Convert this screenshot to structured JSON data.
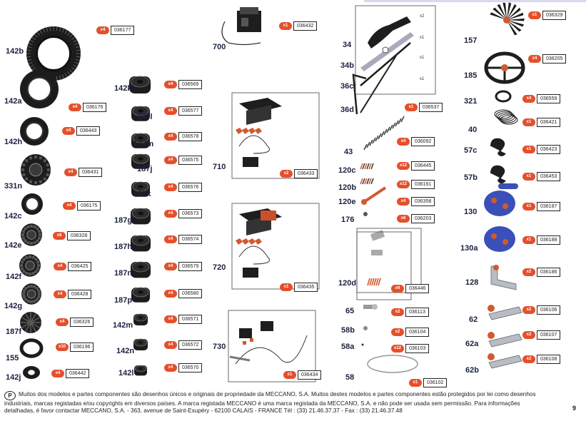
{
  "parts": [
    {
      "key": "p142b",
      "number": "142b",
      "quantity": "x4",
      "ref": "036177",
      "shape": "large-tyre-icon"
    },
    {
      "key": "p142a",
      "number": "142a",
      "quantity": "x4",
      "ref": "036176",
      "shape": "tyre-icon"
    },
    {
      "key": "p142h",
      "number": "142h",
      "quantity": "x4",
      "ref": "036443",
      "shape": "tyre-icon"
    },
    {
      "key": "p331n",
      "number": "331n",
      "quantity": "x4",
      "ref": "036431",
      "shape": "knobbly-tyre-icon"
    },
    {
      "key": "p142c",
      "number": "142c",
      "quantity": "x4",
      "ref": "036175",
      "shape": "tyre-icon"
    },
    {
      "key": "p142e",
      "number": "142e",
      "quantity": "x8",
      "ref": "036328",
      "shape": "knobbly-tyre-icon"
    },
    {
      "key": "p142f",
      "number": "142f",
      "quantity": "x4",
      "ref": "036425",
      "shape": "knobbly-tyre-icon"
    },
    {
      "key": "p142g",
      "number": "142g",
      "quantity": "x4",
      "ref": "036428",
      "shape": "knobbly-tyre-icon"
    },
    {
      "key": "p187f",
      "number": "187f",
      "quantity": "x4",
      "ref": "036326",
      "shape": "gear-wheel-icon"
    },
    {
      "key": "p155",
      "number": "155",
      "quantity": "x10",
      "ref": "036196",
      "shape": "ring-icon"
    },
    {
      "key": "p142j",
      "number": "142j",
      "quantity": "x4",
      "ref": "036442",
      "shape": "small-tyre-icon"
    },
    {
      "key": "p142k",
      "number": "142k",
      "quantity": "x4",
      "ref": "036569",
      "shape": "wide-tyre-icon"
    },
    {
      "key": "p187l",
      "number": "187l",
      "quantity": "x4",
      "ref": "036577",
      "shape": "wide-tyre-icon"
    },
    {
      "key": "p187m",
      "number": "187m",
      "quantity": "x4",
      "ref": "036578",
      "shape": "wide-tyre-icon"
    },
    {
      "key": "p187j",
      "number": "187j",
      "quantity": "x4",
      "ref": "036575",
      "shape": "wide-tyre-icon"
    },
    {
      "key": "p187k",
      "number": "187k",
      "quantity": "x4",
      "ref": "036576",
      "shape": "wide-tyre-icon"
    },
    {
      "key": "p187g",
      "number": "187g",
      "quantity": "x4",
      "ref": "036573",
      "shape": "wide-tyre-icon"
    },
    {
      "key": "p187h",
      "number": "187h",
      "quantity": "x4",
      "ref": "036574",
      "shape": "wide-tyre-icon"
    },
    {
      "key": "p187n",
      "number": "187n",
      "quantity": "x4",
      "ref": "036579",
      "shape": "wide-tyre-icon"
    },
    {
      "key": "p187p",
      "number": "187p",
      "quantity": "x4",
      "ref": "036580",
      "shape": "wide-tyre-icon"
    },
    {
      "key": "p142m",
      "number": "142m",
      "quantity": "x4",
      "ref": "036571",
      "shape": "small-wide-tyre-icon"
    },
    {
      "key": "p142n",
      "number": "142n",
      "quantity": "x4",
      "ref": "036572",
      "shape": "small-wide-tyre-icon"
    },
    {
      "key": "p142l",
      "number": "142l",
      "quantity": "x4",
      "ref": "036570",
      "shape": "tiny-tyre-icon"
    },
    {
      "key": "p700",
      "number": "700",
      "quantity": "x1",
      "ref": "036432",
      "shape": "motor-icon"
    },
    {
      "key": "p710",
      "number": "710",
      "quantity": "x2",
      "ref": "036433",
      "shape": "motor-kit-icon"
    },
    {
      "key": "p720",
      "number": "720",
      "quantity": "x1",
      "ref": "036435",
      "shape": "motor-kit-icon"
    },
    {
      "key": "p730",
      "number": "730",
      "quantity": "x1",
      "ref": "036434",
      "shape": "motor-kit-icon"
    },
    {
      "key": "p34",
      "number": "34",
      "quantity": "x2",
      "ref": "",
      "shape": "spanner-icon"
    },
    {
      "key": "p34b",
      "number": "34b",
      "quantity": "x1",
      "ref": "",
      "shape": "spanner-icon"
    },
    {
      "key": "p36c",
      "number": "36c",
      "quantity": "x1",
      "ref": "",
      "shape": "screwdriver-icon"
    },
    {
      "key": "p36d",
      "number": "36d",
      "quantity": "x1",
      "ref": "036537",
      "shape": "hex-key-icon"
    },
    {
      "key": "p43",
      "number": "43",
      "quantity": "x4",
      "ref": "036092",
      "shape": "spring-icon"
    },
    {
      "key": "p120c",
      "number": "120c",
      "quantity": "x12",
      "ref": "036445",
      "shape": "small-spring-icon"
    },
    {
      "key": "p120b",
      "number": "120b",
      "quantity": "x12",
      "ref": "036161",
      "shape": "small-spring-icon"
    },
    {
      "key": "p120e",
      "number": "120e",
      "quantity": "x4",
      "ref": "036358",
      "shape": "lever-icon"
    },
    {
      "key": "p176",
      "number": "176",
      "quantity": "x6",
      "ref": "036203",
      "shape": "screw-icon"
    },
    {
      "key": "p120d",
      "number": "120d",
      "quantity": "x6",
      "ref": "036446",
      "shape": "spring-icon"
    },
    {
      "key": "p65",
      "number": "65",
      "quantity": "x2",
      "ref": "036113",
      "shape": "bolt-icon"
    },
    {
      "key": "p58b",
      "number": "58b",
      "quantity": "x2",
      "ref": "036104",
      "shape": "bolt-icon"
    },
    {
      "key": "p58a",
      "number": "58a",
      "quantity": "x12",
      "ref": "036103",
      "shape": "bolt-icon"
    },
    {
      "key": "p58",
      "number": "58",
      "quantity": "x1",
      "ref": "036102",
      "shape": "cord-icon"
    },
    {
      "key": "p157",
      "number": "157",
      "quantity": "x1",
      "ref": "036329",
      "shape": "fan-icon"
    },
    {
      "key": "p185",
      "number": "185",
      "quantity": "x4",
      "ref": "036205",
      "shape": "steering-wheel-icon"
    },
    {
      "key": "p321",
      "number": "321",
      "quantity": "x4",
      "ref": "036559",
      "shape": "small-wheel-icon"
    },
    {
      "key": "p40",
      "number": "40",
      "quantity": "x1",
      "ref": "036421",
      "shape": "cord-icon"
    },
    {
      "key": "p57c",
      "number": "57c",
      "quantity": "x1",
      "ref": "036423",
      "shape": "hook-icon"
    },
    {
      "key": "p57b",
      "number": "57b",
      "quantity": "x1",
      "ref": "036453",
      "shape": "hook-icon"
    },
    {
      "key": "p130",
      "number": "130",
      "quantity": "x1",
      "ref": "036187",
      "shape": "crank-icon"
    },
    {
      "key": "p130a",
      "number": "130a",
      "quantity": "x1",
      "ref": "036188",
      "shape": "crank-icon"
    },
    {
      "key": "p128",
      "number": "128",
      "quantity": "x2",
      "ref": "036186",
      "shape": "bracket-icon"
    },
    {
      "key": "p62",
      "number": "62",
      "quantity": "x2",
      "ref": "036106",
      "shape": "crank-arm-icon"
    },
    {
      "key": "p62a",
      "number": "62a",
      "quantity": "x2",
      "ref": "036107",
      "shape": "crank-arm-icon"
    },
    {
      "key": "p62b",
      "number": "62b",
      "quantity": "x2",
      "ref": "036108",
      "shape": "crank-arm-icon"
    }
  ],
  "footer": {
    "badge": "P",
    "line1": "Muitos dos modelos e partes componentes são desenhos únicos e originais de propriedade da MECCANO, S.A. Muitos destes modelos e partes componentes estão protegidos por lei como desenhos",
    "line2": "industriais, marcas registadas e/ou copyrights em diversos países. A marca registada MECCANO é uma marca registada da MECCANO, S.A. e não pode ser usada sem permissão. Para informações",
    "line3": "detalhadas, é favor contactar MECCANO, S.A. - 363, avenue de Saint-Exupéry - 62100 CALAIS - FRANCE Tél : (33) 21.46.37.37 - Fax : (33) 21.46.37.48"
  },
  "page_number": "9",
  "colors": {
    "accent": "#e4502b",
    "ink": "#1a2240",
    "blue_part": "#3a4fb8",
    "metal": "#b8bcc4"
  }
}
